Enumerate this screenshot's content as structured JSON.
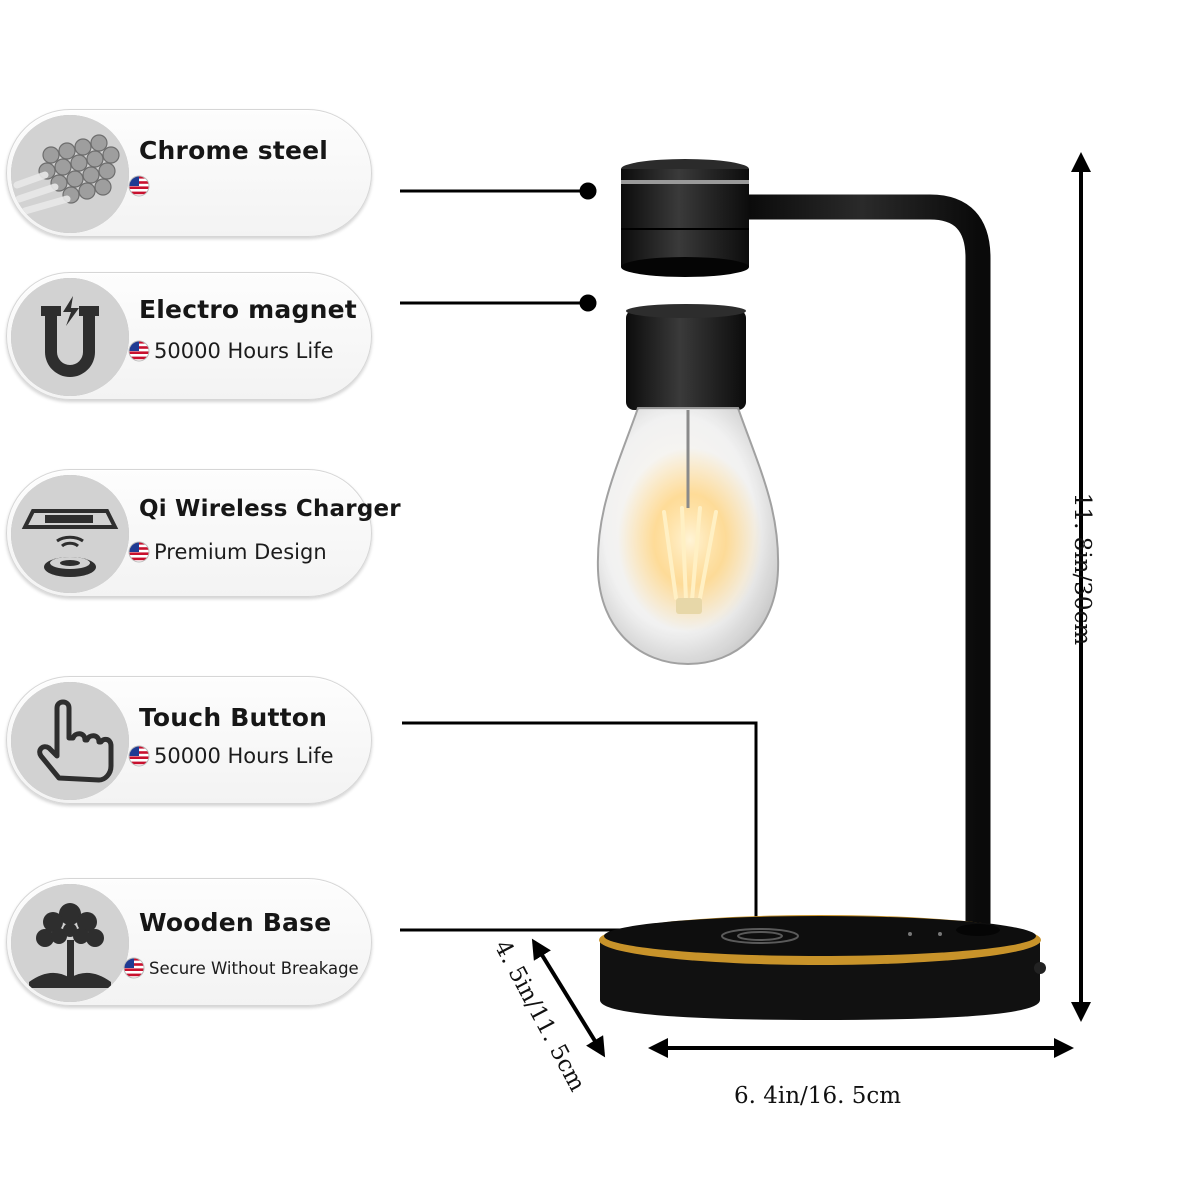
{
  "features": [
    {
      "title": "Chrome steel",
      "subtitle": "",
      "icon": "steel-rods-icon"
    },
    {
      "title": "Electro magnet",
      "subtitle": "50000 Hours Life",
      "icon": "magnet-icon"
    },
    {
      "title": "Qi Wireless Charger",
      "subtitle": "Premium Design",
      "icon": "wireless-charger-icon"
    },
    {
      "title": "Touch Button",
      "subtitle": "50000 Hours Life",
      "icon": "pointing-finger-icon"
    },
    {
      "title": "Wooden Base",
      "subtitle": "Secure Without Breakage",
      "icon": "tree-icon"
    }
  ],
  "dimensions": {
    "height": "11. 8in/30cm",
    "width": "6. 4in/16. 5cm",
    "depth": "4. 5in/11. 5cm"
  },
  "colors": {
    "lamp_black": "#141414",
    "base_gold": "#c8932a",
    "bulb_glow": "#ffd27a",
    "line": "#000000"
  }
}
